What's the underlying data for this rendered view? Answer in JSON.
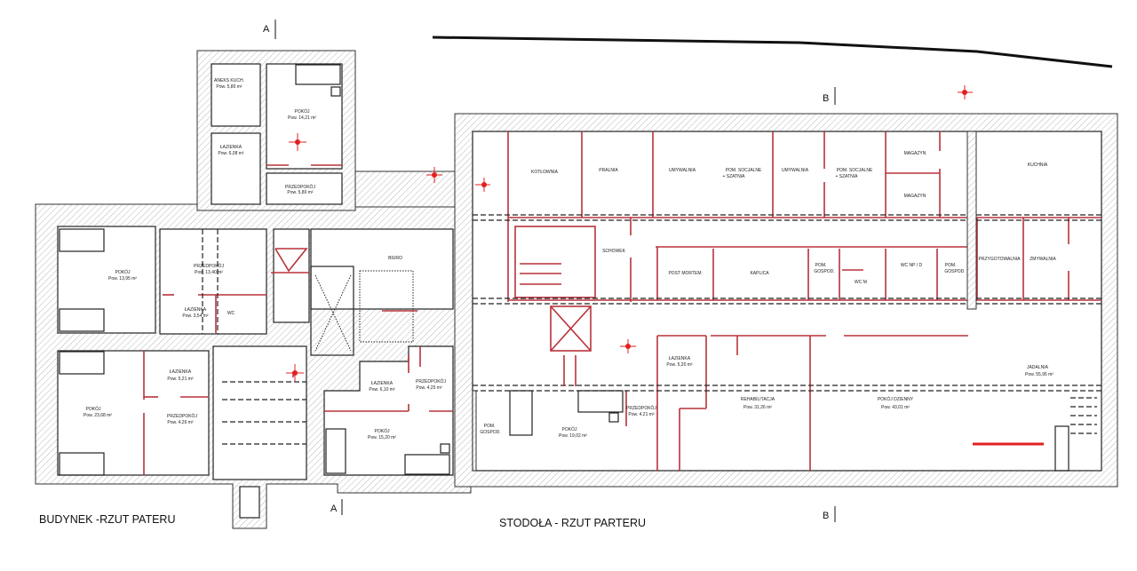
{
  "titles": {
    "building": "BUDYNEK -RZUT PATERU",
    "barn": "STODOŁA - RZUT PARTERU"
  },
  "section_markers": {
    "a": "A",
    "b": "B"
  },
  "colors": {
    "partition": "#b8323a",
    "wall": "#333333",
    "marker": "#e02020"
  },
  "building_rooms": [
    {
      "name": "ANEKS KUCH.",
      "area": "Pow. 5,80 m²"
    },
    {
      "name": "POKÓJ",
      "area": "Pow. 14,21 m²"
    },
    {
      "name": "ŁAZIENKA",
      "area": "Pow. 6,08 m²"
    },
    {
      "name": "PRZEDPOKÓJ",
      "area": "Pow. 5,80 m²"
    },
    {
      "name": "POKÓJ",
      "area": "Pow. 13,95 m²"
    },
    {
      "name": "PRZEDPOKÓJ",
      "area": "Pow. 13,40 m²"
    },
    {
      "name": "ŁAZIENKA",
      "area": "Pow. 3,54 m²"
    },
    {
      "name": "WC",
      "area": ""
    },
    {
      "name": "ŁAZIENKA",
      "area": "Pow. 5,21 m²"
    },
    {
      "name": "POKÓJ",
      "area": "Pow. 23,68 m²"
    },
    {
      "name": "PRZEDPOKÓJ",
      "area": "Pow. 4,26 m²"
    },
    {
      "name": "BIURO",
      "area": ""
    },
    {
      "name": "ŁAZIENKA",
      "area": "Pow. 6,10 m²"
    },
    {
      "name": "PRZEDPOKÓJ",
      "area": "Pow. 4,25 m²"
    },
    {
      "name": "POKÓJ",
      "area": "Pow. 15,20 m²"
    }
  ],
  "barn_rooms": [
    {
      "name": "KOTŁOWNIA",
      "area": ""
    },
    {
      "name": "PRALNIA",
      "area": ""
    },
    {
      "name": "UMYWALNIA",
      "area": ""
    },
    {
      "name": "POM. SOCJALNE",
      "area": "+ SZATNIA"
    },
    {
      "name": "UMYWALNIA",
      "area": ""
    },
    {
      "name": "POM. SOCJALNE",
      "area": "+ SZATNIA"
    },
    {
      "name": "MAGAZYN",
      "area": ""
    },
    {
      "name": "MAGAZYN",
      "area": ""
    },
    {
      "name": "KUCHNIA",
      "area": ""
    },
    {
      "name": "SCHOWEK",
      "area": ""
    },
    {
      "name": "POST MORTEM",
      "area": ""
    },
    {
      "name": "KAPLICA",
      "area": ""
    },
    {
      "name": "POM.",
      "area": "GOSPOD."
    },
    {
      "name": "WC M",
      "area": ""
    },
    {
      "name": "WC NP / D",
      "area": ""
    },
    {
      "name": "POM.",
      "area": "GOSPOD."
    },
    {
      "name": "PRZYGOTOWALNIA",
      "area": ""
    },
    {
      "name": "ZMYWALNIA",
      "area": ""
    },
    {
      "name": "ŁAZIENKA",
      "area": "Pow. 5,20 m²"
    },
    {
      "name": "PRZEDPOKÓJ",
      "area": "Pow. 4,21 m²"
    },
    {
      "name": "POKÓJ",
      "area": "Pow. 19,02 m²"
    },
    {
      "name": "POM.",
      "area": "GOSPOD."
    },
    {
      "name": "REHABILITACJA",
      "area": "Pow. 31,26 m²"
    },
    {
      "name": "POKÓJ DZIENNY",
      "area": "Pow. 43,01 m²"
    },
    {
      "name": "JADALNIA",
      "area": "Pow. 55,95 m²"
    }
  ]
}
